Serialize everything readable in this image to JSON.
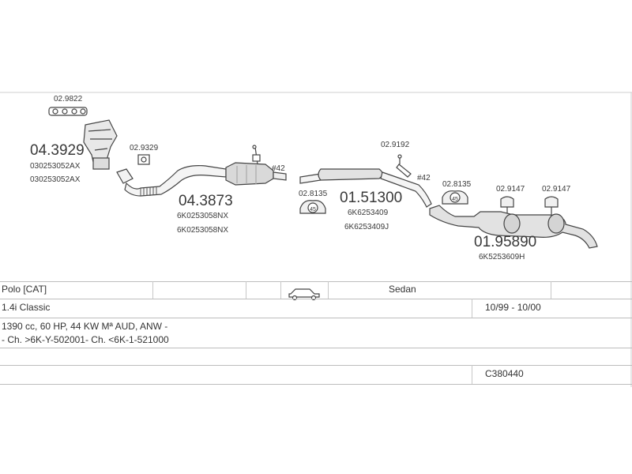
{
  "parts": {
    "manifold_gasket": "02.9822",
    "manifold": "04.3929",
    "manifold_oem_1": "030253052AX",
    "manifold_oem_2": "030253052AX",
    "gasket_front": "02.9329",
    "front_pipe": "04.3873",
    "front_pipe_oem_1": "6K0253058NX",
    "front_pipe_oem_2": "6K0253058NX",
    "clamp_1": "#42",
    "hanger_1": "02.8135",
    "hanger_1_badge": "45",
    "middle_box": "01.51300",
    "middle_oem_1": "6K6253409",
    "middle_oem_2": "6K6253409J",
    "clamp_2_ref": "02.9192",
    "clamp_2": "#42",
    "hanger_2": "02.8135",
    "hanger_2_badge": "45",
    "rubber_1": "02.9147",
    "rubber_2": "02.9147",
    "rear_box": "01.95890",
    "rear_oem": "6K5253609H"
  },
  "info": {
    "model": "Polo  [CAT]",
    "body": "Sedan",
    "engine": "1.4i Classic",
    "years": "10/99 - 10/00",
    "spec": "1390 cc, 60 HP, 44 KW Mª AUD, ANW -",
    "chassis": "- Ch. >6K-Y-502001- Ch. <6K-1-521000",
    "code": "C380440"
  }
}
